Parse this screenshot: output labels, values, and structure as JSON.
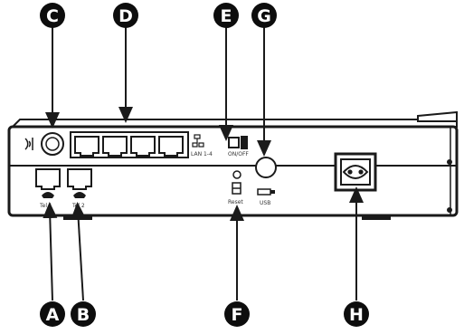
{
  "diagram": {
    "callouts": [
      {
        "letter": "C"
      },
      {
        "letter": "D"
      },
      {
        "letter": "E"
      },
      {
        "letter": "G"
      },
      {
        "letter": "A"
      },
      {
        "letter": "B"
      },
      {
        "letter": "F"
      },
      {
        "letter": "H"
      }
    ],
    "port_labels": {
      "tel1": "Tel 1",
      "tel2": "Tel 2",
      "lan": "LAN 1-4",
      "power_switch": "ON/OFF",
      "reset": "Reset",
      "usb": "USB"
    }
  },
  "colors": {
    "ink": "#1a1a1a",
    "callout_fill": "#0d0d0d",
    "device_fill": "#ffffff"
  }
}
